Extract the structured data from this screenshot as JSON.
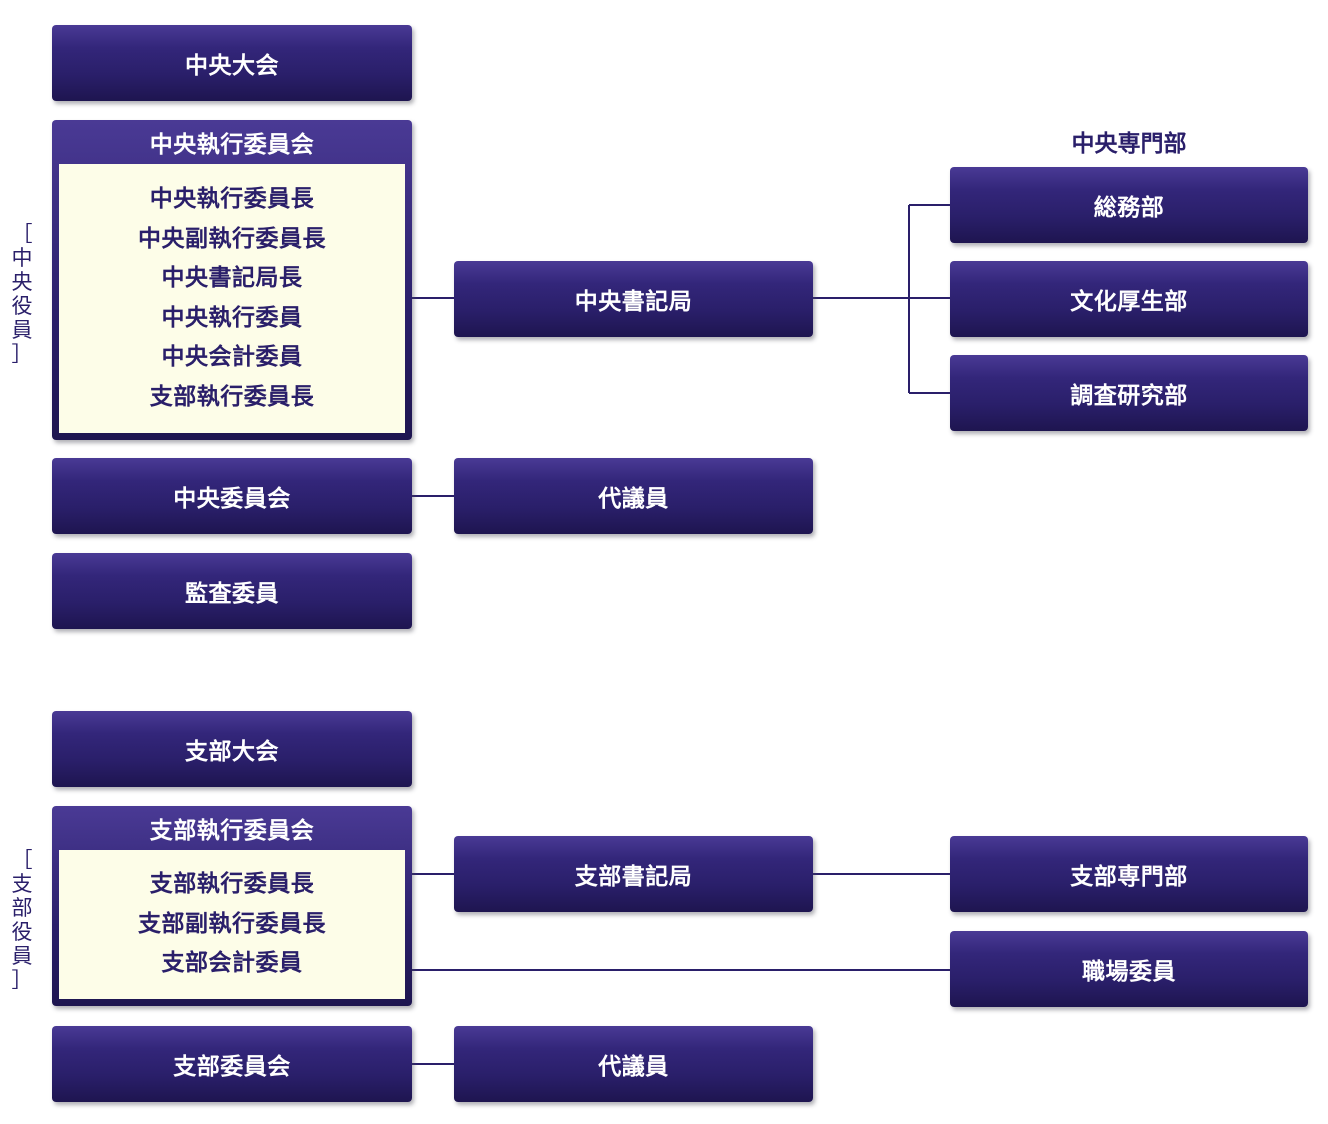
{
  "central": {
    "side_label": "［中央役員］",
    "convention": "中央大会",
    "exec_committee": {
      "title": "中央執行委員会",
      "members": [
        "中央執行委員長",
        "中央副執行委員長",
        "中央書記局長",
        "中央執行委員",
        "中央会計委員",
        "支部執行委員長"
      ]
    },
    "central_committee": "中央委員会",
    "auditors": "監査委員",
    "secretariat": "中央書記局",
    "delegates": "代議員",
    "dept_heading": "中央専門部",
    "departments": [
      "総務部",
      "文化厚生部",
      "調査研究部"
    ]
  },
  "branch": {
    "side_label": "［支部役員］",
    "convention": "支部大会",
    "exec_committee": {
      "title": "支部執行委員会",
      "members": [
        "支部執行委員長",
        "支部副執行委員長",
        "支部会計委員"
      ]
    },
    "branch_committee": "支部委員会",
    "secretariat": "支部書記局",
    "delegates": "代議員",
    "dept": "支部専門部",
    "workplace_committee": "職場委員"
  },
  "colors": {
    "box_fill": "#2a1f6a",
    "line": "#2a1f6a",
    "panel_fill": "#fdfde8"
  }
}
